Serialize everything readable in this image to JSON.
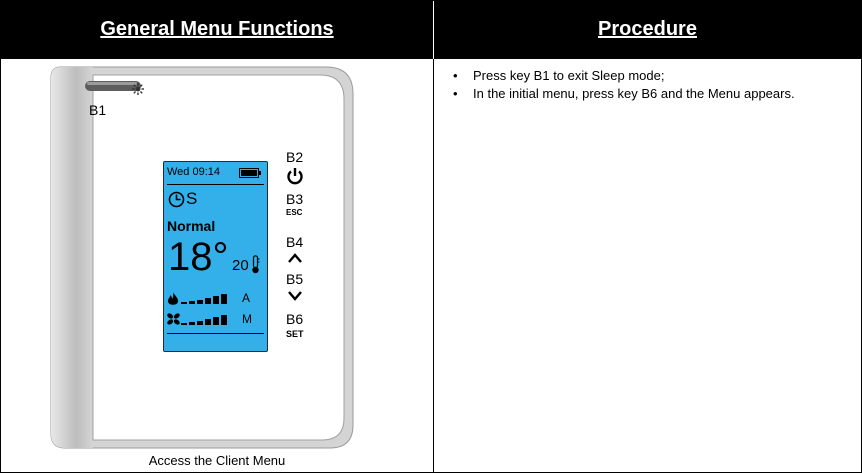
{
  "table": {
    "header_left": "General Menu Functions",
    "header_right": "Procedure",
    "caption": "Access the Client Menu"
  },
  "procedure": {
    "steps": [
      "Press key B1 to exit Sleep mode;",
      "In the initial menu, press key B6 and the Menu appears."
    ]
  },
  "device": {
    "keys": {
      "b1": "B1",
      "b2": "B2",
      "b3": "B3",
      "b4": "B4",
      "b5": "B5",
      "b6": "B6"
    },
    "key_marks": {
      "esc": "ESC",
      "set": "SET"
    },
    "icons": {
      "b2": "power-icon",
      "b4": "chevron-up-icon",
      "b5": "chevron-down-icon",
      "b1_light": "sun-icon"
    },
    "screen": {
      "day_time": "Wed 09:14",
      "mode_letter": "S",
      "mode": "Normal",
      "temperature": "18°",
      "setpoint": "20",
      "heat_label": "A",
      "fan_label": "M",
      "bg_color": "#33b0ea"
    }
  }
}
